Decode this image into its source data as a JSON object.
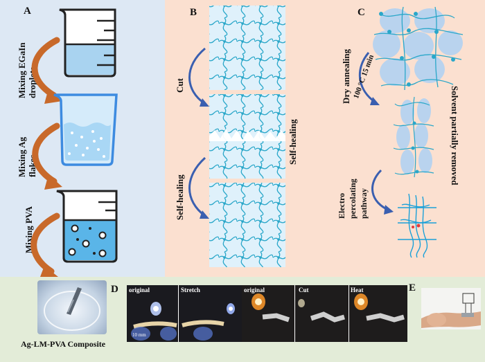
{
  "panels": {
    "a": {
      "letter": "A",
      "steps": [
        "Mixing EGaIn droplets",
        "Mixing Ag flakes",
        "Mixing PVA"
      ]
    },
    "b": {
      "letter": "B",
      "cut": "Cut",
      "self_healing_left": "Self-healing",
      "self_healing_right": "Self-healing"
    },
    "c": {
      "letter": "C",
      "dry_annealing": "Dry annealing",
      "temp": "100 °C 15 min",
      "solvent": "Solvent partially  removed",
      "electro": "Electro",
      "percolating": "percolating",
      "pathway": "pathway"
    },
    "d": {
      "letter": "D",
      "composite": "Ag-LM-PVA Composite",
      "photo_labels": [
        "original",
        "Stretch",
        "original",
        "Cut",
        "Heat"
      ],
      "scale": "10 mm"
    },
    "e": {
      "letter": "E"
    }
  },
  "colors": {
    "panel_a_bg": "#dde8f4",
    "panel_bc_bg": "#fbe0d0",
    "bottom_bg": "#e3ecd8",
    "mesh": "#2aa7c9",
    "arrow_orange": "#c8692a",
    "arrow_blue": "#3a5fb0",
    "ellipse": "#b9d3ee"
  }
}
